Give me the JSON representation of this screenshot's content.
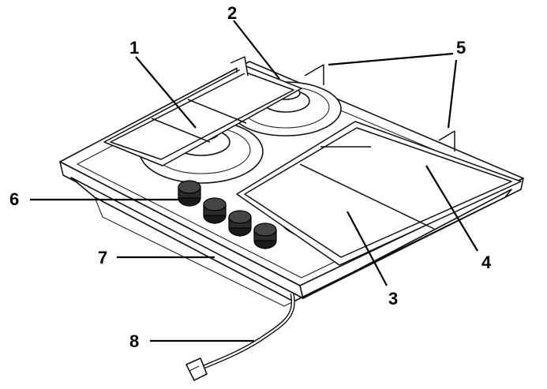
{
  "figure": {
    "callouts": [
      {
        "id": "1",
        "label": "1"
      },
      {
        "id": "2",
        "label": "2"
      },
      {
        "id": "3",
        "label": "3"
      },
      {
        "id": "4",
        "label": "4"
      },
      {
        "id": "5",
        "label": "5"
      },
      {
        "id": "6",
        "label": "6"
      },
      {
        "id": "7",
        "label": "7"
      },
      {
        "id": "8",
        "label": "8"
      }
    ]
  },
  "colors": {
    "line": "#000000",
    "background": "#ffffff",
    "knob": "#1a1a1a"
  }
}
